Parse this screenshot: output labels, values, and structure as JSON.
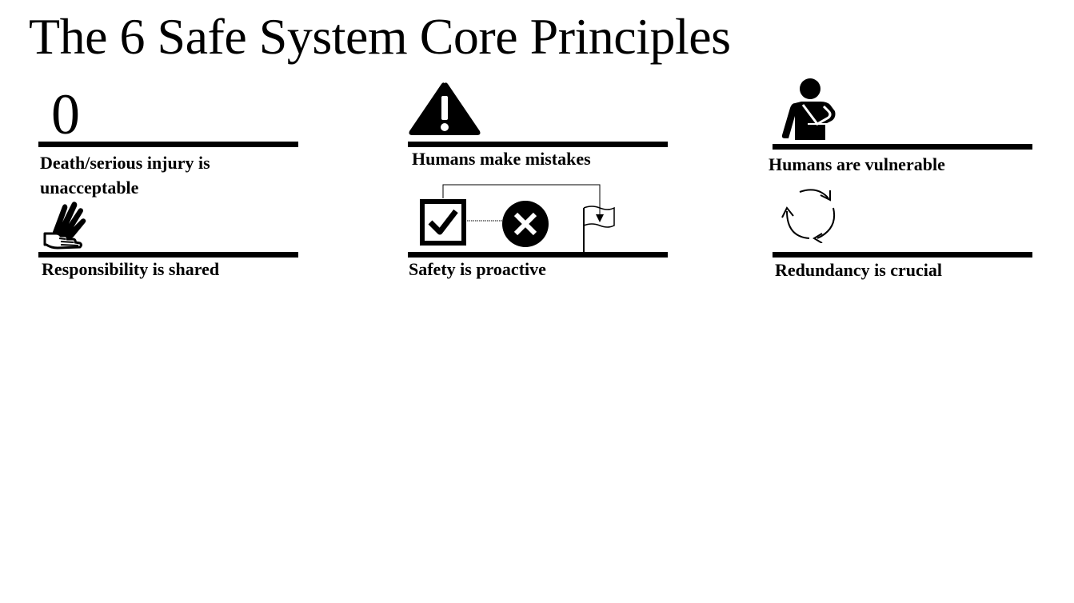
{
  "page": {
    "title": "The 6 Safe System Core Principles"
  },
  "principles": [
    {
      "label_line1": "Death/serious injury is",
      "label_line2": "unacceptable",
      "icon": "zero-numeral",
      "numeral": "0"
    },
    {
      "label": "Humans make mistakes",
      "icon": "warning-triangle-icon"
    },
    {
      "label": "Humans are vulnerable",
      "icon": "injured-person-arm-sling-icon"
    },
    {
      "label": "Responsibility is shared",
      "icon": "hands-icon"
    },
    {
      "label": "Safety is proactive",
      "icon": "checkbox-cross-flag-flow-icon"
    },
    {
      "label": "Redundancy is crucial",
      "icon": "cycle-arrows-icon"
    }
  ],
  "colors": {
    "text": "#000000",
    "background": "#ffffff"
  }
}
